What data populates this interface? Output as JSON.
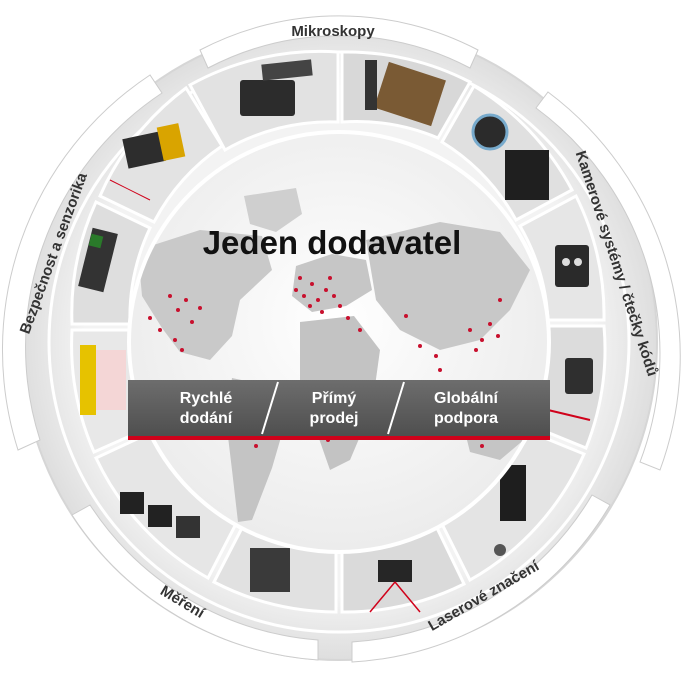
{
  "title": "Jeden dodavatel",
  "categories": {
    "mikroskopy": "Mikroskopy",
    "kamerove": "Kamerové systémy / čtečky kódů",
    "laserove": "Laserové značení",
    "mereni": "Měření",
    "bezpecnost": "Bezpečnost a senzorika"
  },
  "band": {
    "item1_line1": "Rychlé",
    "item1_line2": "dodání",
    "item2_line1": "Přímý",
    "item2_line2": "prodej",
    "item3_line1": "Globální",
    "item3_line2": "podpora"
  },
  "colors": {
    "accent_red": "#d0021b",
    "band_gray": "#5e5e5e",
    "ring_light": "#e9e9e9",
    "ring_mid": "#cfcfcf",
    "map_land": "#c7c7c7",
    "dot_red": "#c8102e"
  }
}
